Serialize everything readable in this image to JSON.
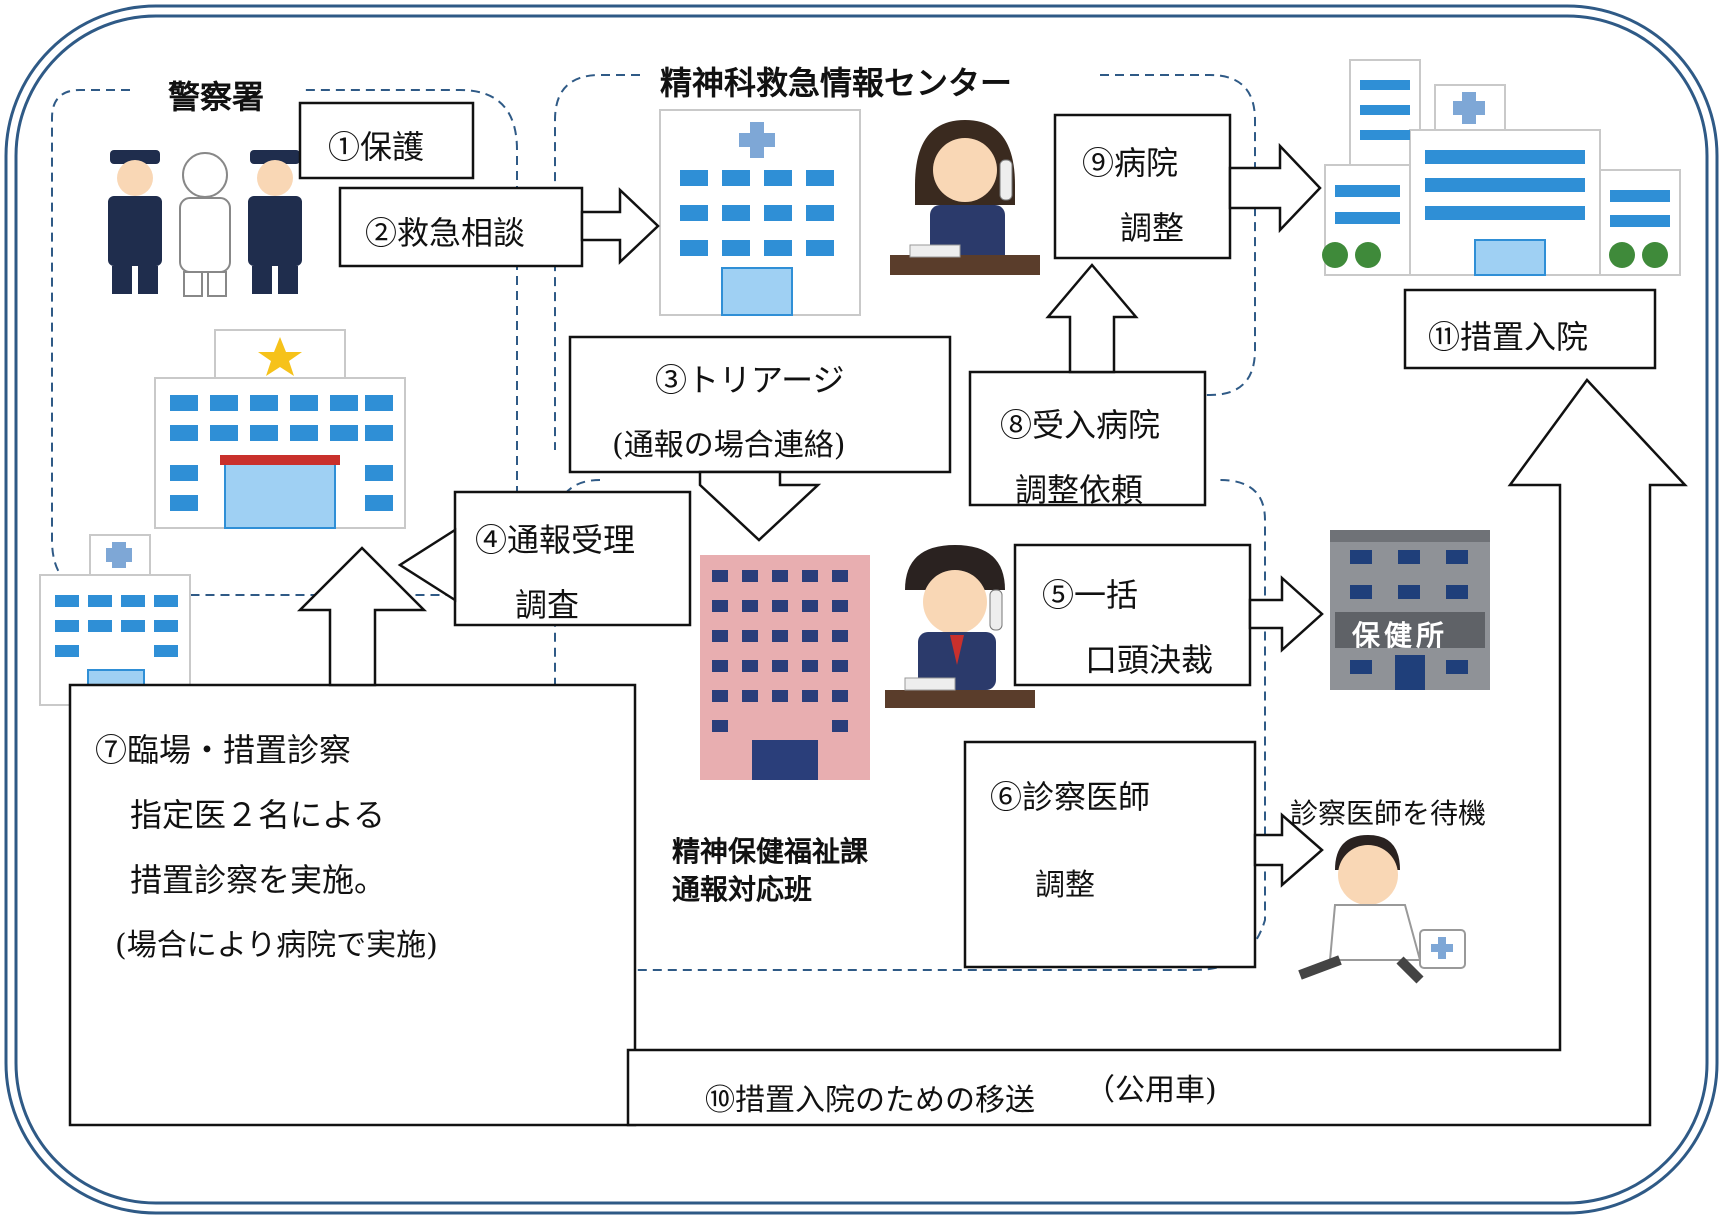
{
  "areas": {
    "police": "警察署",
    "emergency_center": "精神科救急情報センター"
  },
  "steps": {
    "s1": "①保護",
    "s2": "②救急相談",
    "s3_line1": "③トリアージ",
    "s3_line2": "(通報の場合連絡)",
    "s4_line1": "④通報受理",
    "s4_line2": "調査",
    "s5_line1": "⑤一括",
    "s5_line2": "口頭決裁",
    "s6_line1": "⑥診察医師",
    "s6_line2": "調整",
    "s7_title": "⑦臨場・措置診察",
    "s7_line1": "指定医２名による",
    "s7_line2": "措置診察を実施。",
    "s7_line3": "(場合により病院で実施)",
    "s8_line1": "⑧受入病院",
    "s8_line2": "調整依頼",
    "s9_line1": "⑨病院",
    "s9_line2": "調整",
    "s10": "⑩措置入院のための移送",
    "s10_note": "（公用車)",
    "s11": "⑪措置入院"
  },
  "labels": {
    "section_line1": "精神保健福祉課",
    "section_line2": "通報対応班",
    "doctor_waiting": "診察医師を待機",
    "health_center_sign": "保健所"
  },
  "icons": [
    "police-officers-icon",
    "police-station-icon",
    "small-hospital-icon",
    "center-building-icon",
    "operator-woman-icon",
    "operator-man-icon",
    "office-building-icon",
    "large-hospital-icon",
    "health-center-icon",
    "doctors-pair-icon",
    "running-doctor-icon",
    "car-staff-icon"
  ],
  "colors": {
    "frame": "#2f5a86",
    "dashed": "#2f5a86",
    "building_blue": "#2f8fd6",
    "office_pink": "#e8aeb0",
    "office_window": "#2a3e7a",
    "gray_building": "#8f9297",
    "star": "#f6c21a",
    "cross": "#7ea7d6"
  }
}
